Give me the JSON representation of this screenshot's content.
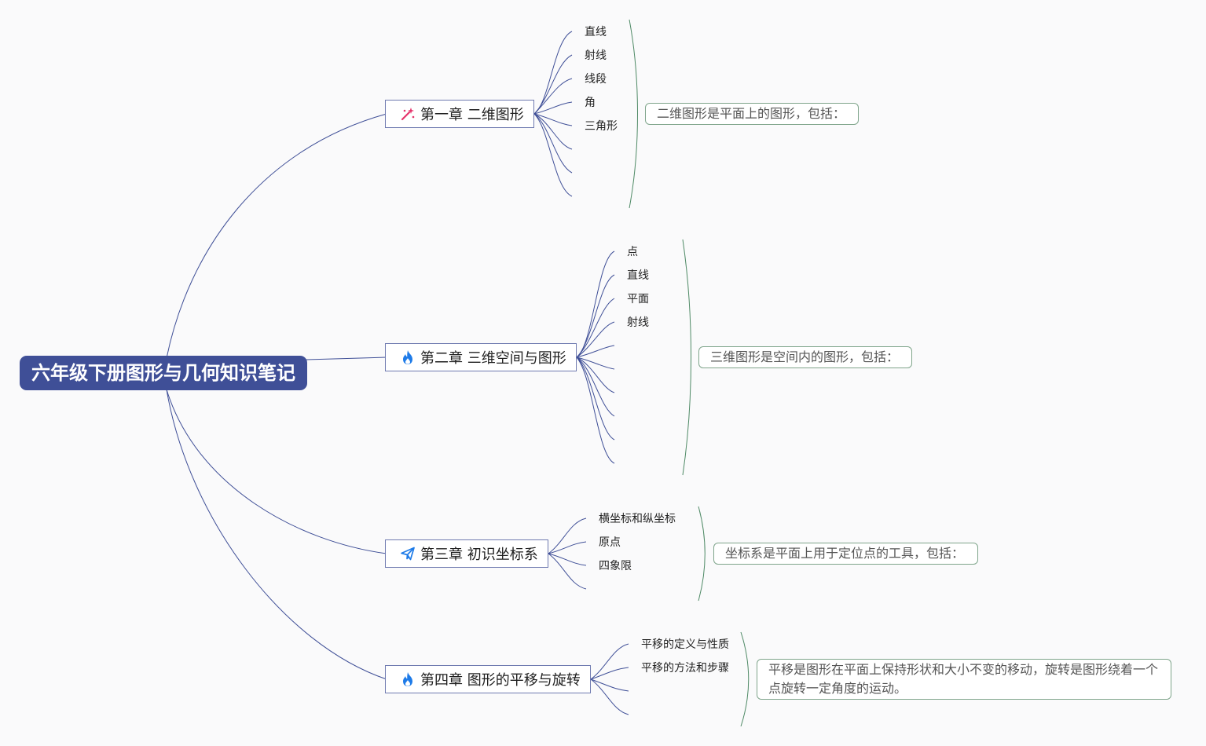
{
  "root": {
    "title": "六年级下册图形与几何知识笔记"
  },
  "chapters": [
    {
      "label": "第一章 二维图形",
      "icon": "magic-sparkle-icon",
      "icon_color": "#e5336b",
      "items": [
        "直线",
        "射线",
        "线段",
        "角",
        "三角形"
      ],
      "summary": "二维图形是平面上的图形，包括："
    },
    {
      "label": "第二章 三维空间与图形",
      "icon": "flame-icon",
      "icon_color": "#1e7be8",
      "items": [
        "点",
        "直线",
        "平面",
        "射线"
      ],
      "summary": "三维图形是空间内的图形，包括："
    },
    {
      "label": "第三章 初识坐标系",
      "icon": "paper-plane-icon",
      "icon_color": "#1e7be8",
      "items": [
        "横坐标和纵坐标",
        "原点",
        "四象限"
      ],
      "summary": "坐标系是平面上用于定位点的工具，包括："
    },
    {
      "label": "第四章 图形的平移与旋转",
      "icon": "flame-icon",
      "icon_color": "#1e7be8",
      "items": [
        "平移的定义与性质",
        "平移的方法和步骤"
      ],
      "summary_lines": [
        "平移是图形在平面上保持形状和大小不变的移动，旋转是图形绕着一个",
        "点旋转一定角度的运动。"
      ]
    }
  ],
  "colors": {
    "root_fill": "#3f4f97",
    "branch_line": "#3f4f97",
    "bracket_line": "#4f8a66",
    "summary_border": "#7fa58b"
  }
}
